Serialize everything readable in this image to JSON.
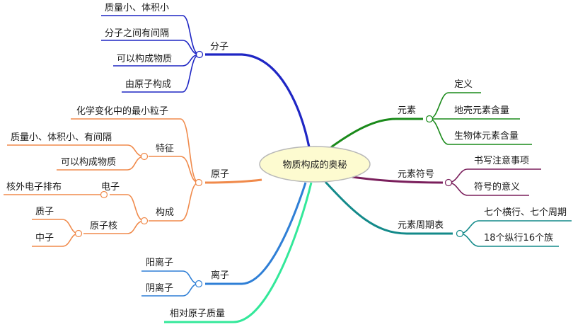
{
  "center": "物质构成的奥秘",
  "colors": {
    "fenzi": "#1f26c4",
    "yuanzi": "#f08a4b",
    "lizi": "#2f7fd6",
    "xiangdui": "#33e89a",
    "yuansu": "#1a8a1a",
    "fuhao": "#7a1f5c",
    "zhouqi": "#138a8a",
    "center_fill": "#fdfbd0",
    "center_stroke": "#b8b8b8"
  },
  "branches": {
    "fenzi": {
      "label": "分子",
      "children": [
        "质量小、体积小",
        "分子之间有间隔",
        "可以构成物质",
        "由原子构成"
      ]
    },
    "yuanzi": {
      "label": "原子",
      "child0": "化学变化中的最小粒子",
      "tezheng": {
        "label": "特征",
        "children": [
          "质量小、体积小、有间隔",
          "可以构成物质"
        ]
      },
      "goucheng": {
        "label": "构成",
        "dianzi": {
          "label": "电子",
          "child": "核外电子排布"
        },
        "yuanzihe": {
          "label": "原子核",
          "children": [
            "质子",
            "中子"
          ]
        }
      }
    },
    "lizi": {
      "label": "离子",
      "children": [
        "阳离子",
        "阴离子"
      ]
    },
    "xiangdui": {
      "label": "相对原子质量"
    },
    "yuansu": {
      "label": "元素",
      "children": [
        "定义",
        "地壳元素含量",
        "生物体元素含量"
      ]
    },
    "fuhao": {
      "label": "元素符号",
      "children": [
        "书写注意事项",
        "符号的意义"
      ]
    },
    "zhouqi": {
      "label": "元素周期表",
      "children": [
        "七个横行、七个周期",
        "18个纵行16个族"
      ]
    }
  }
}
